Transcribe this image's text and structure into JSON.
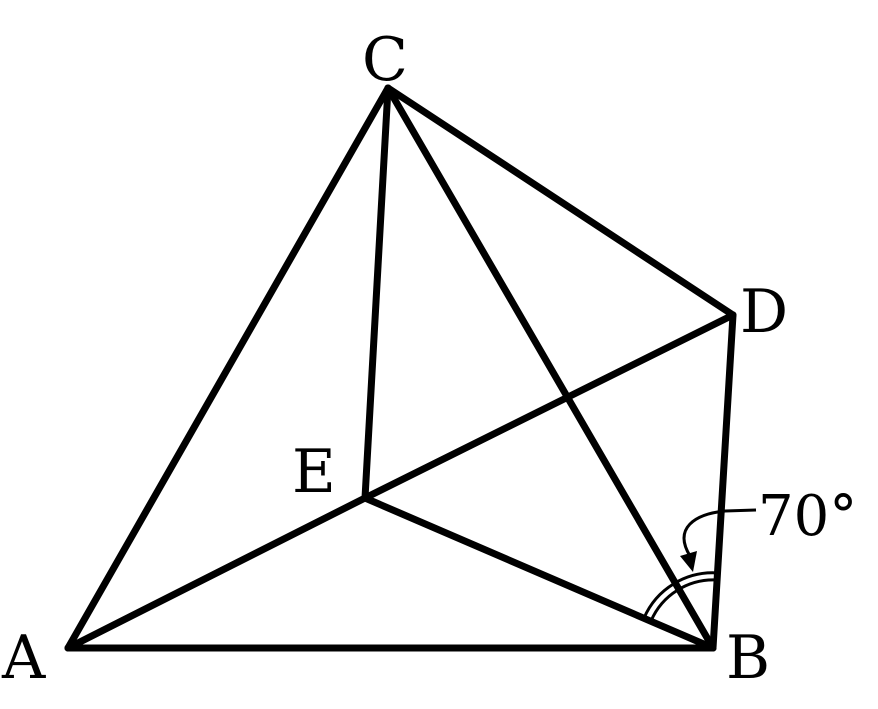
{
  "points": {
    "A": "A",
    "B": "B",
    "C": "C",
    "D": "D",
    "E": "E"
  },
  "angle_label": "70°",
  "colors": {
    "stroke": "#000000",
    "background": "#ffffff"
  }
}
